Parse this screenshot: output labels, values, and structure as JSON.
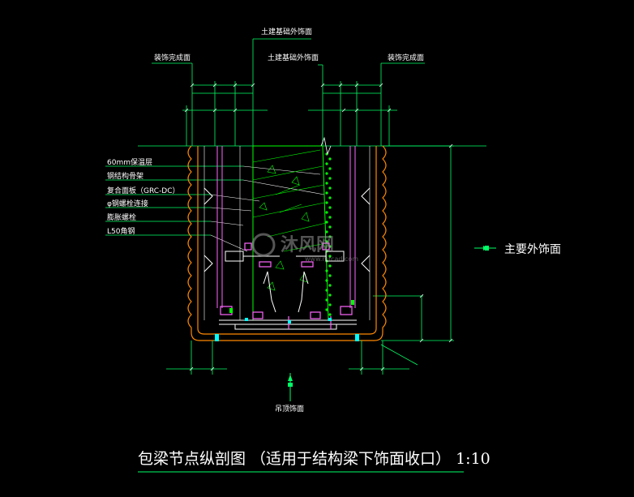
{
  "labels": {
    "top_outer": "土建基础外饰面",
    "top_inner": "土建基础外饰面",
    "finish_left": "装饰完成面",
    "finish_right": "装饰完成面",
    "layer_1": "60mm保温层",
    "layer_2": "钢结构骨架",
    "layer_3": "复合面板（GRC-DC）",
    "layer_4": "φ钢螺栓连接",
    "layer_5": "膨胀螺栓",
    "layer_6": "L50角钢",
    "main_facade": "主要外饰面",
    "ceiling": "吊顶饰面"
  },
  "title": "包梁节点纵剖图  （适用于结构梁下饰面收口）   1:10",
  "watermark": {
    "text": "沐风网",
    "url": "www.mfcad.com"
  },
  "colors": {
    "background": "#000000",
    "dimension": "#00ff66",
    "leader": "#00ffff",
    "outline": "#ff8800",
    "concrete": "#00ff00",
    "frame": "#ff66ff",
    "text": "#ffffff",
    "white_line": "#ffffff"
  }
}
